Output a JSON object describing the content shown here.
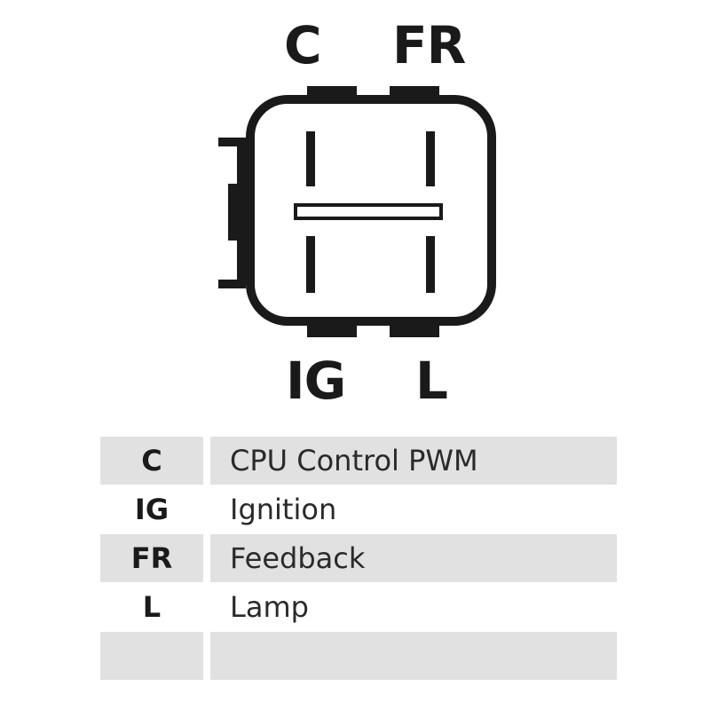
{
  "diagram": {
    "pin_labels": {
      "top_left": "C",
      "top_right": "FR",
      "bottom_left": "IG",
      "bottom_right": "L"
    }
  },
  "pin_table": {
    "rows": [
      {
        "code": "C",
        "description": "CPU Control PWM",
        "shaded": true
      },
      {
        "code": "IG",
        "description": "Ignition",
        "shaded": false
      },
      {
        "code": "FR",
        "description": "Feedback",
        "shaded": true
      },
      {
        "code": "L",
        "description": "Lamp",
        "shaded": false
      },
      {
        "code": "",
        "description": "",
        "shaded": true
      }
    ]
  },
  "colors": {
    "line": "#1a1a1a",
    "shade": "#e1e1e1",
    "background": "#ffffff"
  }
}
